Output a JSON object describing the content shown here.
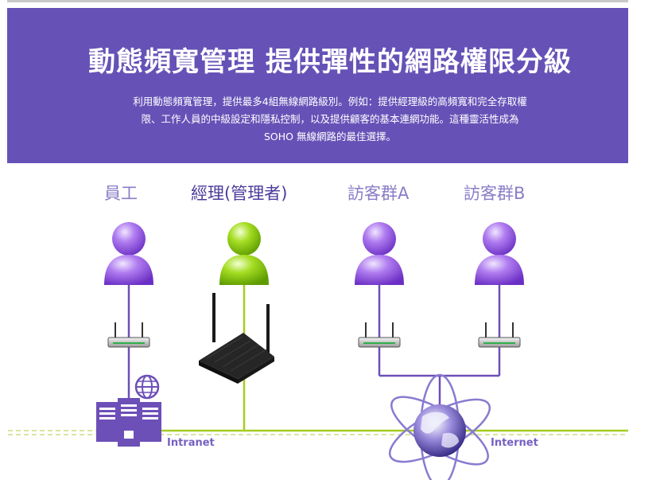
{
  "banner": {
    "title": "動態頻寬管理  提供彈性的網路權限分級",
    "desc_lines": [
      "利用動態頻寬管理，提供最多4組無線網路級別。例如：提供經理級的高頻寬和完全存取權",
      "限、工作人員的中級設定和隱私控制，以及提供顧客的基本連網功能。這種靈活性成為",
      "SOHO 無線網路的最佳選擇。"
    ],
    "color": "#6652b7"
  },
  "groups": [
    {
      "label": "員工",
      "icon": "user-icon",
      "color": "#9a5fe0"
    },
    {
      "label": "經理(管理者)",
      "icon": "user-icon",
      "color": "#8ccf0e"
    },
    {
      "label": "訪客群A",
      "icon": "user-icon",
      "color": "#9a5fe0"
    },
    {
      "label": "訪客群B",
      "icon": "user-icon",
      "color": "#9a5fe0"
    }
  ],
  "icons": [
    "user-icon",
    "access-point-icon",
    "router-icon",
    "server-icon",
    "globe-icon"
  ],
  "networks": {
    "intranet_label": "Intranet",
    "internet_label": "Internet",
    "intranet_color": "#a6cc21",
    "internet_color": "#6d4fb8"
  }
}
